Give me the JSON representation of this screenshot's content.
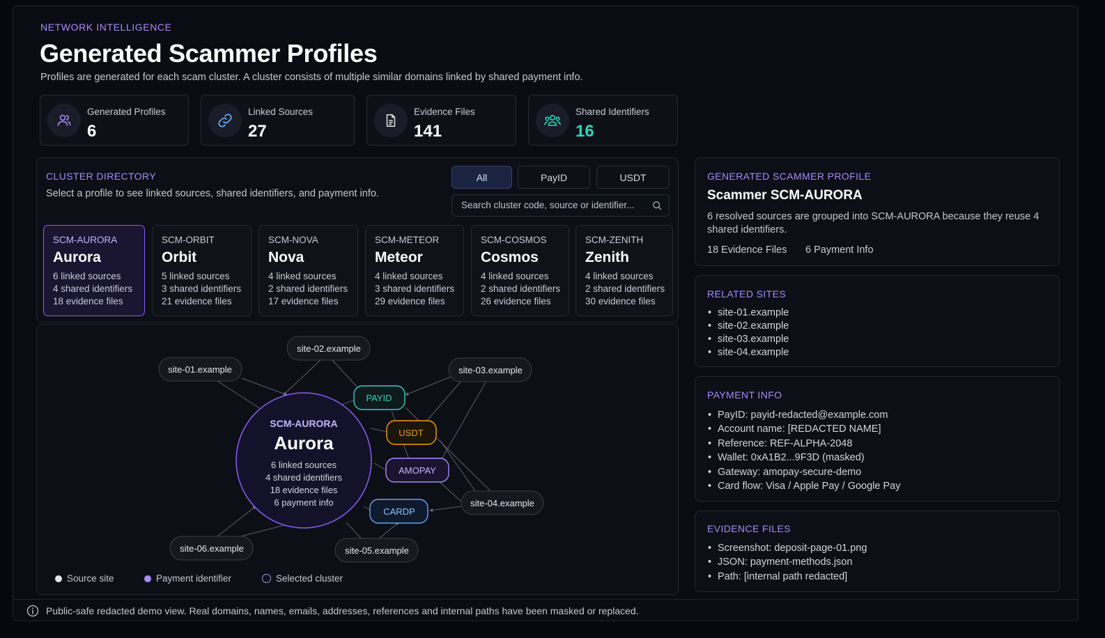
{
  "header": {
    "eyebrow": "NETWORK INTELLIGENCE",
    "title": "Generated Scammer Profiles",
    "subtitle": "Profiles are generated for each scam cluster. A cluster consists of multiple similar domains linked by shared payment info."
  },
  "stats": [
    {
      "label": "Generated Profiles",
      "value": "6",
      "icon": "users-icon"
    },
    {
      "label": "Linked Sources",
      "value": "27",
      "icon": "link-icon"
    },
    {
      "label": "Evidence Files",
      "value": "141",
      "icon": "file-icon"
    },
    {
      "label": "Shared Identifiers",
      "value": "16",
      "icon": "group-icon"
    }
  ],
  "directory": {
    "kicker": "CLUSTER DIRECTORY",
    "description": "Select a profile to see linked sources, shared identifiers, and payment info.",
    "filters": [
      "All",
      "PayID",
      "USDT"
    ],
    "active_filter": "All",
    "search_placeholder": "Search cluster code, source or identifier...",
    "clusters": [
      {
        "code": "SCM-AURORA",
        "name": "Aurora",
        "sources": "6 linked sources",
        "identifiers": "4 shared identifiers",
        "evidence": "18 evidence files"
      },
      {
        "code": "SCM-ORBIT",
        "name": "Orbit",
        "sources": "5 linked sources",
        "identifiers": "3 shared identifiers",
        "evidence": "21 evidence files"
      },
      {
        "code": "SCM-NOVA",
        "name": "Nova",
        "sources": "4 linked sources",
        "identifiers": "2 shared identifiers",
        "evidence": "17 evidence files"
      },
      {
        "code": "SCM-METEOR",
        "name": "Meteor",
        "sources": "4 linked sources",
        "identifiers": "3 shared identifiers",
        "evidence": "29 evidence files"
      },
      {
        "code": "SCM-COSMOS",
        "name": "Cosmos",
        "sources": "4 linked sources",
        "identifiers": "2 shared identifiers",
        "evidence": "26 evidence files"
      },
      {
        "code": "SCM-ZENITH",
        "name": "Zenith",
        "sources": "4 linked sources",
        "identifiers": "2 shared identifiers",
        "evidence": "30 evidence files"
      }
    ]
  },
  "graph": {
    "center": {
      "code": "SCM-AURORA",
      "name": "Aurora",
      "lines": [
        "6 linked sources",
        "4 shared identifiers",
        "18 evidence files",
        "6 payment info"
      ]
    },
    "sites": [
      "site-01.example",
      "site-02.example",
      "site-03.example",
      "site-04.example",
      "site-05.example",
      "site-06.example"
    ],
    "identifiers": [
      {
        "label": "PAYID",
        "color": "#2dd4bf"
      },
      {
        "label": "USDT",
        "color": "#f59e0b"
      },
      {
        "label": "AMOPAY",
        "color": "#a78bfa"
      },
      {
        "label": "CARDP",
        "color": "#60a5fa"
      }
    ],
    "legend": {
      "source": "Source site",
      "payment": "Payment identifier",
      "selected": "Selected cluster"
    }
  },
  "profile": {
    "kicker": "GENERATED SCAMMER PROFILE",
    "title": "Scammer SCM-AURORA",
    "description": "6 resolved sources are grouped into SCM-AURORA because they reuse 4 shared identifiers.",
    "evidence_count": "18 Evidence Files",
    "payment_count": "6 Payment Info"
  },
  "related_sites": {
    "kicker": "RELATED SITES",
    "items": [
      "site-01.example",
      "site-02.example",
      "site-03.example",
      "site-04.example"
    ]
  },
  "payment_info": {
    "kicker": "PAYMENT INFO",
    "items": [
      "PayID: payid-redacted@example.com",
      "Account name: [REDACTED NAME]",
      "Reference: REF-ALPHA-2048",
      "Wallet: 0xA1B2...9F3D (masked)",
      "Gateway: amopay-secure-demo",
      "Card flow: Visa / Apple Pay / Google Pay"
    ]
  },
  "evidence_files": {
    "kicker": "EVIDENCE FILES",
    "items": [
      "Screenshot: deposit-page-01.png",
      "JSON: payment-methods.json",
      "Path: [internal path redacted]"
    ]
  },
  "footer": {
    "text": "Public-safe redacted demo view. Real domains, names, emails, addresses, references and internal paths have been masked or replaced."
  },
  "colors": {
    "accent": "#a78bfa",
    "teal": "#2dd4bf",
    "amber": "#f59e0b",
    "blue": "#60a5fa"
  }
}
